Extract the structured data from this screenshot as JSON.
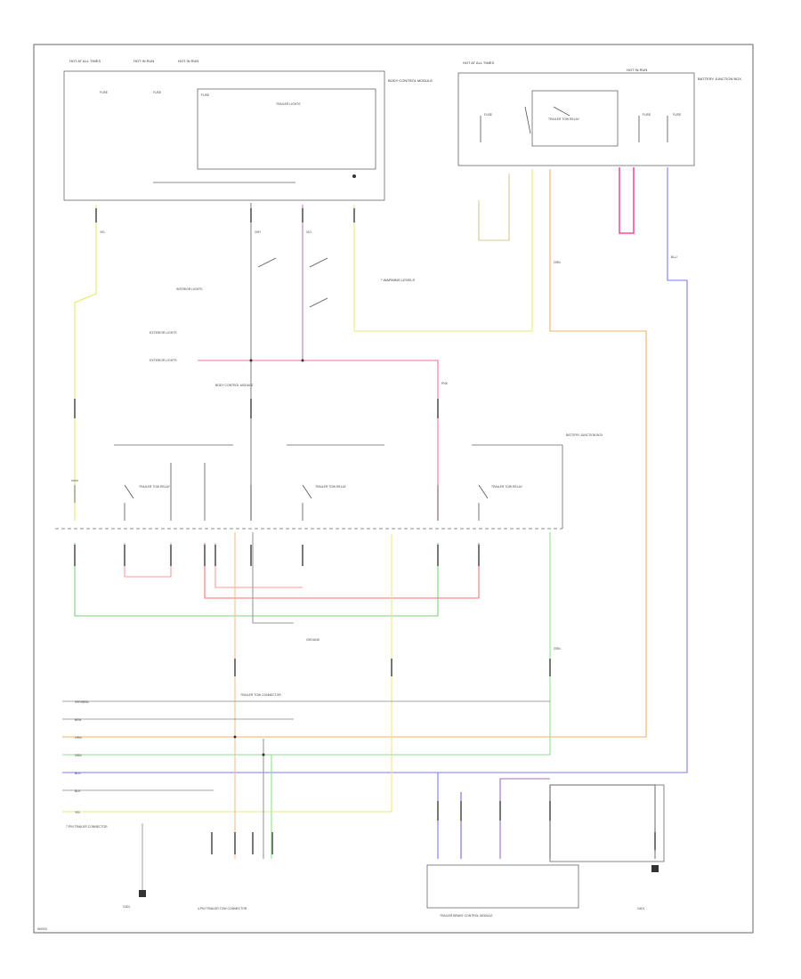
{
  "page": {
    "id": "W0003"
  },
  "labels": {
    "c1": "HOT AT ALL TIMES",
    "c2": "HOT IN RUN",
    "c3": "HOT IN RUN",
    "c4": "HOT AT ALL TIMES",
    "c5": "HOT IN RUN",
    "c6": "BATTERY JUNCTION BOX",
    "bjb_desc": "BODY CONTROL MODULE",
    "gw_label": "TRAILER LIGHTS",
    "relay_label": "TRAILER TOW RELAY",
    "fuse_a": "FUSE",
    "fuse_b": "FUSE",
    "fuse_c": "FUSE",
    "fuse_d": "FUSE",
    "fuse_e": "FUSE",
    "fuse_f": "FUSE",
    "note_warning": "* WARNING LEVELS",
    "left_side_lbl": "INTERIOR LIGHTS",
    "mid_label_1": "EXTERIOR LIGHTS",
    "mid_label_2": "EXTERIOR LIGHTS",
    "mid_label_3": "BODY CONTROL MODULE",
    "right_trailer": "BATTERY JUNCTION BOX",
    "relay_1": "TRAILER TOW RELAY",
    "relay_2": "TRAILER TOW RELAY",
    "relay_3": "TRAILER TOW RELAY",
    "ground_lbl": "GROUND",
    "connector_lbl": "TRAILER TOW CONNECTOR",
    "left_connector": "7-PIN TRAILER CONNECTOR",
    "bottom_left": "G301",
    "bottom_center": "4-PIN TRAILER TOW CONNECTOR",
    "bottom_right_1": "TRAILER BRAKE CONTROL MODULE",
    "bottom_right_2": "G401",
    "pin_rows": [
      "GRY/BRN",
      "BRN",
      "ORN",
      "GRN",
      "BLU",
      "BLK",
      "YEL"
    ],
    "wire_gry": "GRY",
    "wire_yel": "YEL",
    "wire_vio": "VIO",
    "wire_org": "ORN",
    "wire_blu": "BLU",
    "wire_grn": "GRN",
    "wire_pnk": "PNK"
  }
}
